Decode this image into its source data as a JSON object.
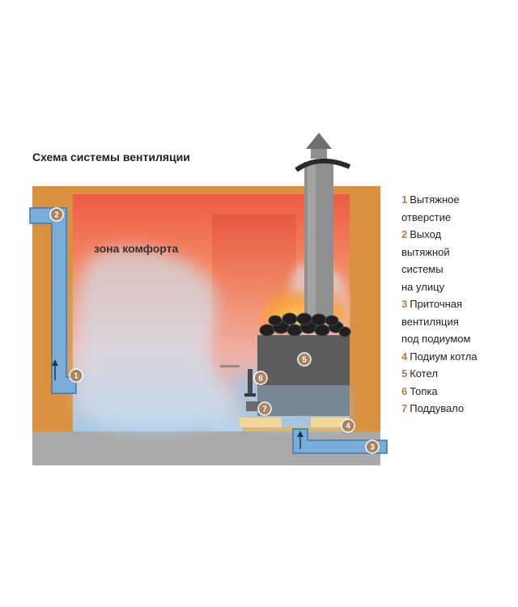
{
  "title": "Схема системы вентиляции",
  "zone_label": "зона комфорта",
  "colors": {
    "wall": "#d9913f",
    "floor": "#a9a9a9",
    "duct": "#7aaed9",
    "badge": "#a9835e",
    "legend_number": "#c07a3e",
    "stove": "#5d5d5d"
  },
  "badges": [
    "1",
    "2",
    "3",
    "4",
    "5",
    "6",
    "7"
  ],
  "legend": [
    {
      "num": "1",
      "lines": [
        "Вытяжное",
        "отверстие"
      ]
    },
    {
      "num": "2",
      "lines": [
        "Выход",
        "вытяжной",
        "системы",
        "на улицу"
      ]
    },
    {
      "num": "3",
      "lines": [
        "Приточная",
        "вентиляция",
        "под подиумом"
      ]
    },
    {
      "num": "4",
      "lines": [
        "Подиум котла"
      ]
    },
    {
      "num": "5",
      "lines": [
        "Котел"
      ]
    },
    {
      "num": "6",
      "lines": [
        "Топка"
      ]
    },
    {
      "num": "7",
      "lines": [
        "Поддувало"
      ]
    }
  ]
}
